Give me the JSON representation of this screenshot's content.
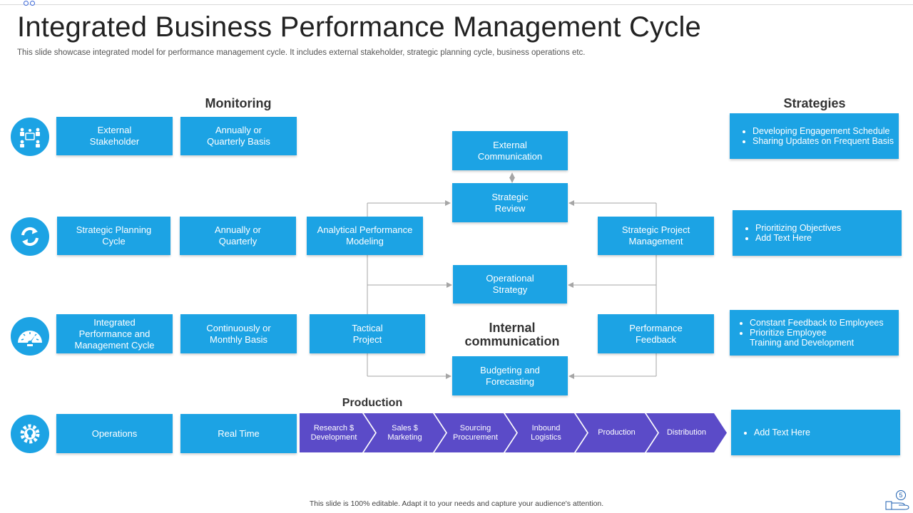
{
  "page": {
    "title": "Integrated Business Performance Management Cycle",
    "subtitle": "This slide showcase integrated model for performance management cycle. It includes external stakeholder, strategic planning cycle, business operations etc.",
    "footer": "This slide is 100% editable. Adapt it to your needs and capture your audience's attention.",
    "page_number": "5"
  },
  "headers": {
    "monitoring": "Monitoring",
    "strategies": "Strategies",
    "internal_communication": "Internal\ncommunication",
    "production": "Production"
  },
  "rows": [
    {
      "icon": "stakeholder-icon",
      "label": "External\nStakeholder",
      "frequency": "Annually or\nQuarterly Basis"
    },
    {
      "icon": "refresh-cycle-icon",
      "label": "Strategic Planning\nCycle",
      "frequency": "Annually or\nQuarterly"
    },
    {
      "icon": "speedometer-icon",
      "label": "Integrated\nPerformance  and\nManagement Cycle",
      "frequency": "Continuously or\nMonthly Basis"
    },
    {
      "icon": "gear-lightbulb-icon",
      "label": "Operations",
      "frequency": "Real Time"
    }
  ],
  "center": {
    "external_communication": "External\nCommunication",
    "strategic_review": "Strategic\nReview",
    "analytical_performance_modeling": "Analytical Performance\nModeling",
    "strategic_project_management": "Strategic Project\nManagement",
    "operational_strategy": "Operational\nStrategy",
    "tactical_project": "Tactical\nProject",
    "performance_feedback": "Performance\nFeedback",
    "budgeting_and_forecasting": "Budgeting and\nForecasting"
  },
  "production_steps": [
    "Research $\nDevelopment",
    "Sales $\nMarketing",
    "Sourcing\nProcurement",
    "Inbound\nLogistics",
    "Production",
    "Distribution"
  ],
  "strategies": [
    [
      "Developing Engagement Schedule",
      "Sharing Updates on Frequent Basis"
    ],
    [
      "Prioritizing Objectives",
      "Add Text Here"
    ],
    [
      "Constant Feedback to Employees",
      "Prioritize Employee\nTraining and Development"
    ],
    [
      "Add Text Here"
    ]
  ],
  "colors": {
    "box_blue": "#1ca3e4",
    "chevron_purple": "#5b4bc8",
    "connector_gray": "#a6a6a6"
  }
}
